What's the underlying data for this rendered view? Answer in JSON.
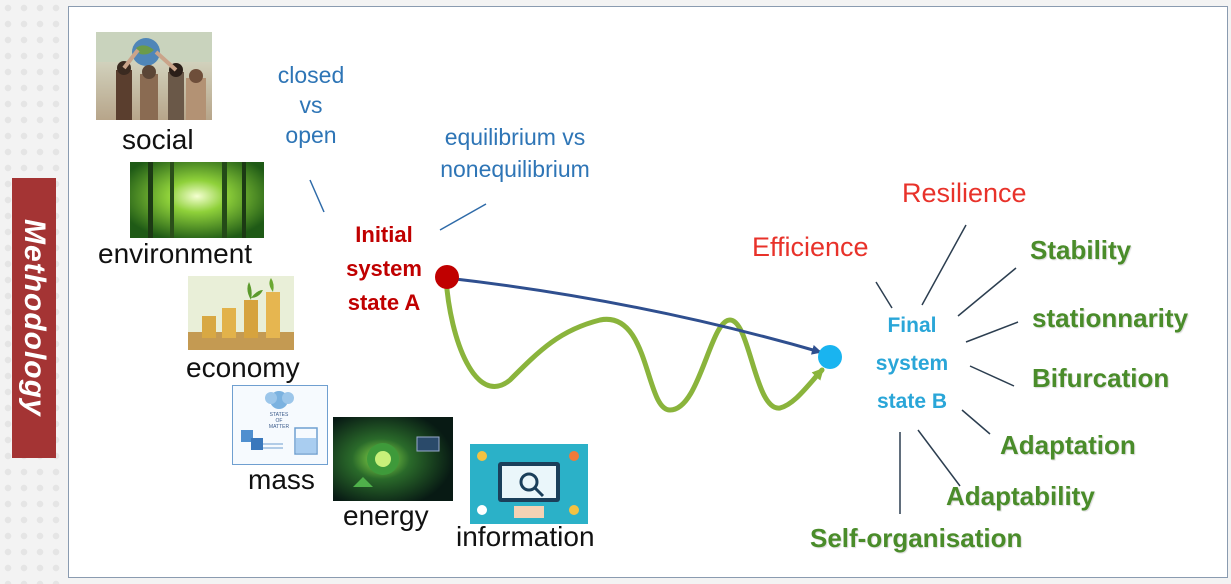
{
  "side_tab": "Methodology",
  "domains": {
    "social": "social",
    "environment": "environment",
    "economy": "economy",
    "mass": "mass",
    "energy": "energy",
    "information": "information"
  },
  "closed_open": [
    "closed",
    "vs",
    "open"
  ],
  "equilibrium": [
    "equilibrium vs",
    "nonequilibrium"
  ],
  "initial_state": [
    "Initial",
    "system",
    "state A"
  ],
  "final_state": [
    "Final",
    "system",
    "state B"
  ],
  "properties": {
    "efficience": "Efficience",
    "resilience": "Resilience",
    "stability": "Stability",
    "stationnarity": "stationnarity",
    "bifurcation": "Bifurcation",
    "adaptation": "Adaptation",
    "adaptability": "Adaptability",
    "self_organisation": "Self-organisation"
  },
  "mass_image_text": [
    "STATES",
    "OF",
    "MATTER"
  ],
  "colors": {
    "tab": "#a43434",
    "initial_dot": "#c00000",
    "final_dot": "#19b4f0",
    "arrow_direct": "#2f4f8f",
    "arrow_path": "#8ab43c"
  }
}
